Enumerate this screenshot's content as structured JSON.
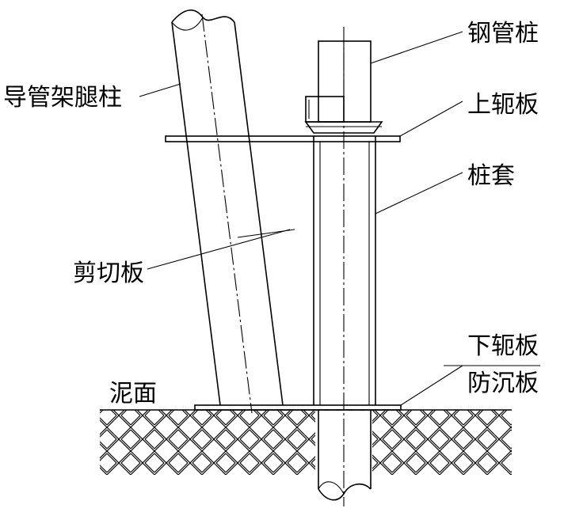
{
  "labels": {
    "steel_pile": "钢管桩",
    "jacket_leg": "导管架腿柱",
    "upper_yoke_plate": "上轭板",
    "pile_sleeve": "桩套",
    "shear_plate": "剪切板",
    "lower_yoke_plate": "下轭板",
    "mudmat": "防沉板",
    "mudline": "泥面"
  },
  "colors": {
    "line": "#000000",
    "background": "#ffffff"
  }
}
